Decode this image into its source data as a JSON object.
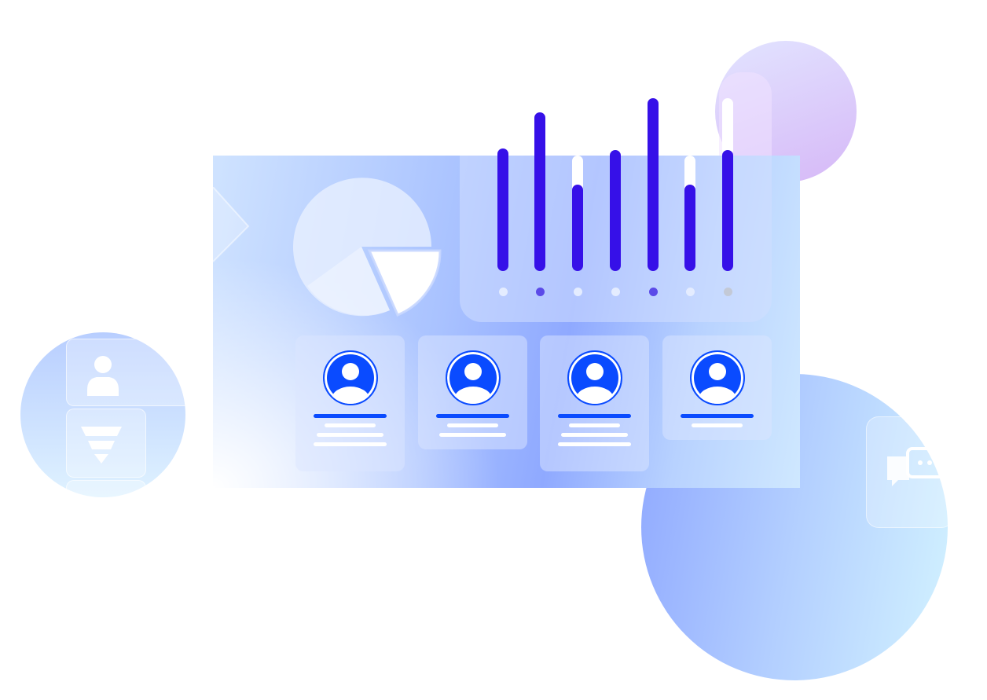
{
  "illustration": {
    "colors": {
      "bar": "#3610e8",
      "avatar": "#0a4bff",
      "accent_dot": "#5b4ae8",
      "light_dot": "#e4ecff",
      "muted_dot": "#c3c9d6"
    },
    "bar_chart": {
      "relative_heights": [
        0.71,
        0.92,
        0.5,
        0.7,
        1.0,
        0.5,
        0.7
      ],
      "dots": [
        "light",
        "accent",
        "light",
        "light",
        "accent",
        "light",
        "muted"
      ]
    },
    "profile_cards": [
      {
        "icon": "user-avatar-icon",
        "text_lines": 3
      },
      {
        "icon": "user-avatar-icon",
        "text_lines": 2
      },
      {
        "icon": "user-avatar-icon",
        "text_lines": 3
      },
      {
        "icon": "user-avatar-icon",
        "text_lines": 1
      }
    ],
    "side_icons": [
      "user-icon",
      "funnel-icon",
      "chat-icon",
      "pie-chart-icon"
    ]
  }
}
